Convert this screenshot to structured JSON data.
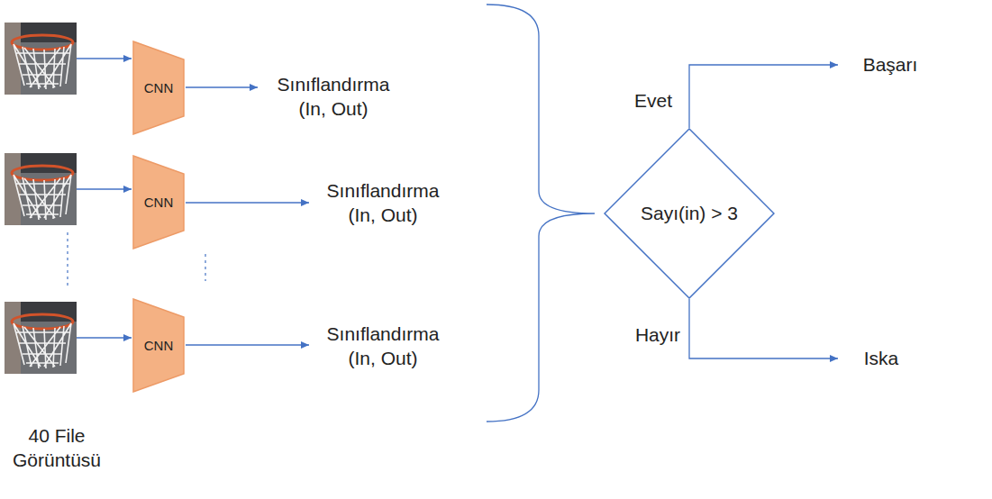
{
  "diagram": {
    "nodes": [
      {
        "text": [
          "CNN"
        ]
      },
      {
        "text": [
          "CNN"
        ]
      },
      {
        "text": [
          "CNN"
        ]
      },
      {
        "text": [
          "Sayı(in) > 3"
        ]
      }
    ],
    "labels": [
      "Sınıflandırma (In, Out)",
      "Sınıflandırma (In, Out)",
      "Sınıflandırma (In, Out)",
      "Evet",
      "Hayır",
      "Başarı",
      "Iska",
      "40 File Görüntüsü"
    ]
  }
}
